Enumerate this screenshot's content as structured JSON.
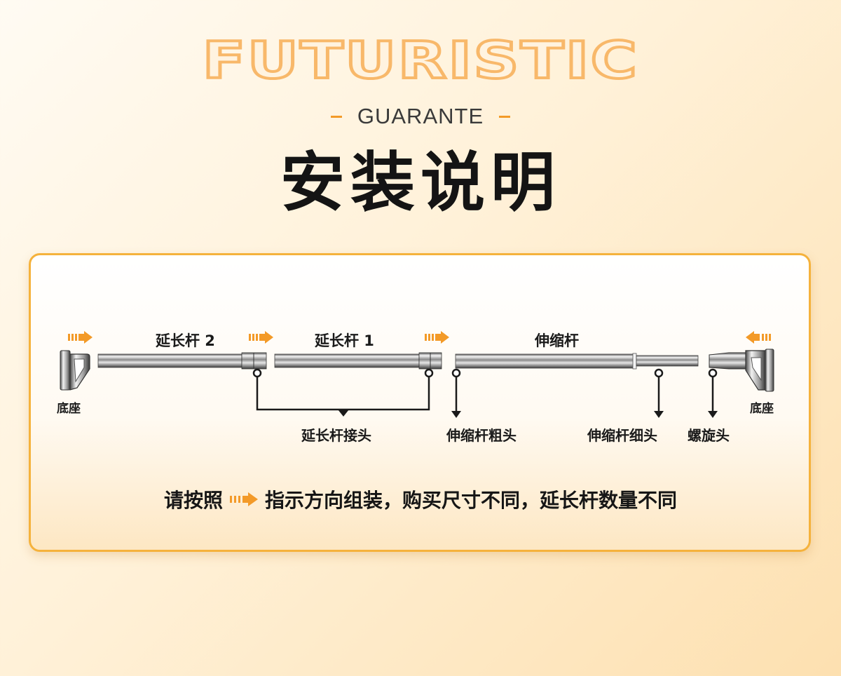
{
  "header": {
    "brand": "FUTURISTIC",
    "subtitle": "GUARANTE",
    "title": "安装说明"
  },
  "diagram": {
    "base_left": "底座",
    "base_right": "底座",
    "extension_rod_2": "延长杆 2",
    "extension_rod_1": "延长杆 1",
    "telescopic_rod": "伸缩杆",
    "extension_joint": "延长杆接头",
    "thick_end": "伸缩杆粗头",
    "thin_end": "伸缩杆细头",
    "screw_head": "螺旋头"
  },
  "instruction": {
    "prefix": "请按照",
    "suffix": "指示方向组装，购买尺寸不同，延长杆数量不同"
  },
  "colors": {
    "accent": "#f39a28",
    "brand_outline": "#f8b86a",
    "card_border": "#f5b23c",
    "text": "#1a1a1a"
  }
}
